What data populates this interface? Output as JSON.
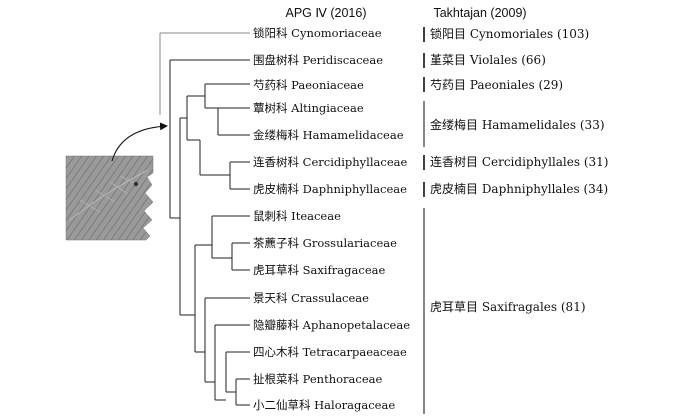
{
  "headers": {
    "apg": "APG Ⅳ (2016)",
    "takhtajan": "Takhtajan (2009)"
  },
  "taxa": [
    {
      "cn": "锁阳科",
      "latin": "Cynomoriaceae"
    },
    {
      "cn": "围盘树科",
      "latin": "Peridiscaceae"
    },
    {
      "cn": "芍药科",
      "latin": "Paeoniaceae"
    },
    {
      "cn": "蕈树科",
      "latin": "Altingiaceae"
    },
    {
      "cn": "金缕梅科",
      "latin": "Hamamelidaceae"
    },
    {
      "cn": "连香树科",
      "latin": "Cercidiphyllaceae"
    },
    {
      "cn": "虎皮楠科",
      "latin": "Daphniphyllaceae"
    },
    {
      "cn": "鼠刺科",
      "latin": "Iteaceae"
    },
    {
      "cn": "茶藨子科",
      "latin": "Grossulariaceae"
    },
    {
      "cn": "虎耳草科",
      "latin": "Saxifragaceae"
    },
    {
      "cn": "景天科",
      "latin": "Crassulaceae"
    },
    {
      "cn": "隐瓣藤科",
      "latin": "Aphanopetalaceae"
    },
    {
      "cn": "四心木科",
      "latin": "Tetracarpaeaceae"
    },
    {
      "cn": "扯根菜科",
      "latin": "Penthoraceae"
    },
    {
      "cn": "小二仙草科",
      "latin": "Haloragaceae"
    }
  ],
  "orders": [
    {
      "label": "锁阳目 Cynomoriales (103)"
    },
    {
      "label": "堇菜目 Violales (66)"
    },
    {
      "label": "芍药目 Paeoniales (29)"
    },
    {
      "label": "金缕梅目 Hamamelidales (33)"
    },
    {
      "label": "连香树目 Cercidiphyllales (31)"
    },
    {
      "label": "虎皮楠目 Daphniphyllales (34)"
    },
    {
      "label": "虎耳草目 Saxifragales (81)"
    }
  ],
  "image": {
    "name": "leaf-photo"
  }
}
